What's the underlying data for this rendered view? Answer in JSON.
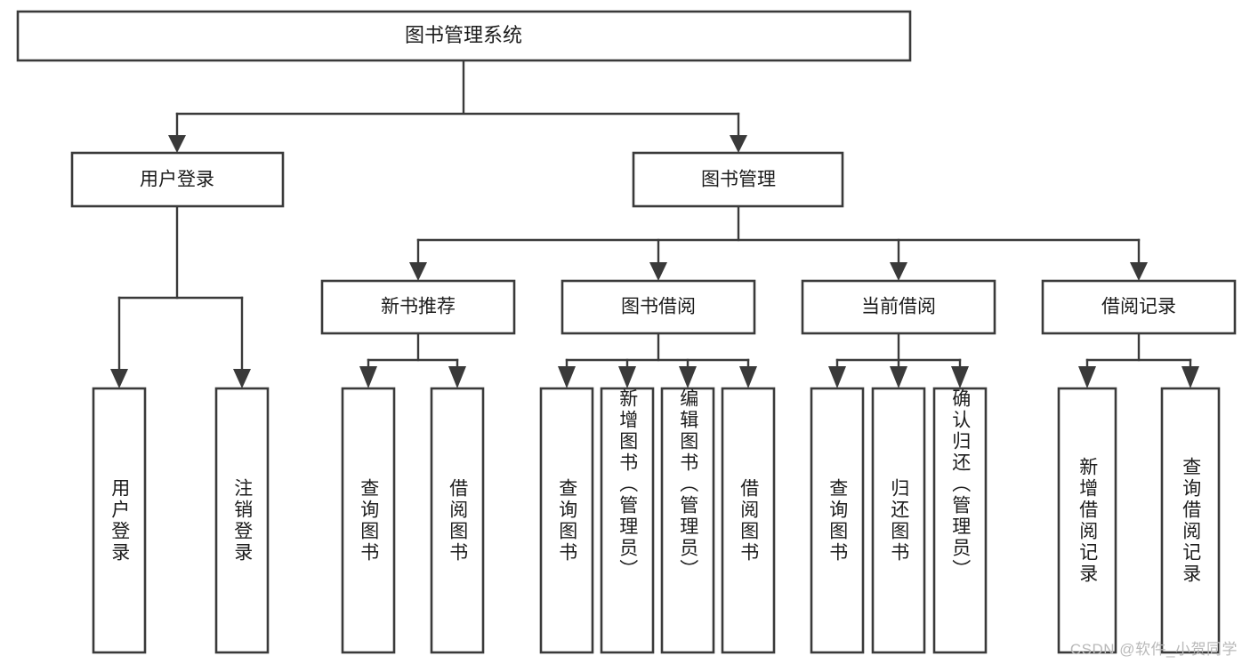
{
  "diagram": {
    "type": "hierarchy-tree",
    "title": "图书管理系统",
    "watermark": "CSDN @软件_小贺同学",
    "root": {
      "label": "图书管理系统",
      "children": [
        {
          "label": "用户登录",
          "children": [
            {
              "label": "用户登录"
            },
            {
              "label": "注销登录"
            }
          ]
        },
        {
          "label": "图书管理",
          "children": [
            {
              "label": "新书推荐",
              "children": [
                {
                  "label": "查询图书"
                },
                {
                  "label": "借阅图书"
                }
              ]
            },
            {
              "label": "图书借阅",
              "children": [
                {
                  "label": "查询图书"
                },
                {
                  "label": "新增图书（管理员）"
                },
                {
                  "label": "编辑图书（管理员）"
                },
                {
                  "label": "借阅图书"
                }
              ]
            },
            {
              "label": "当前借阅",
              "children": [
                {
                  "label": "查询图书"
                },
                {
                  "label": "归还图书"
                },
                {
                  "label": "确认归还（管理员）"
                }
              ]
            },
            {
              "label": "借阅记录",
              "children": [
                {
                  "label": "新增借阅记录"
                },
                {
                  "label": "查询借阅记录"
                }
              ]
            }
          ]
        }
      ]
    },
    "nodes": {
      "root_title": "图书管理系统",
      "l2_user_login": "用户登录",
      "l2_book_mgmt": "图书管理",
      "l3_new_book_rec": "新书推荐",
      "l3_book_borrow": "图书借阅",
      "l3_current_borrow": "当前借阅",
      "l3_borrow_record": "借阅记录",
      "leaf_user_login": "用户登录",
      "leaf_logout": "注销登录",
      "leaf_query_book_a": "查询图书",
      "leaf_borrow_book_a": "借阅图书",
      "leaf_query_book_b": "查询图书",
      "leaf_add_book": "新增图书（管理员）",
      "leaf_edit_book": "编辑图书（管理员）",
      "leaf_borrow_book_b": "借阅图书",
      "leaf_query_book_c": "查询图书",
      "leaf_return_book": "归还图书",
      "leaf_confirm_return": "确认归还（管理员）",
      "leaf_add_record": "新增借阅记录",
      "leaf_query_record": "查询借阅记录"
    },
    "colors": {
      "stroke": "#3a3a3a",
      "fill": "#ffffff",
      "text": "#1c1c1c",
      "watermark": "#b9b9b9"
    }
  }
}
